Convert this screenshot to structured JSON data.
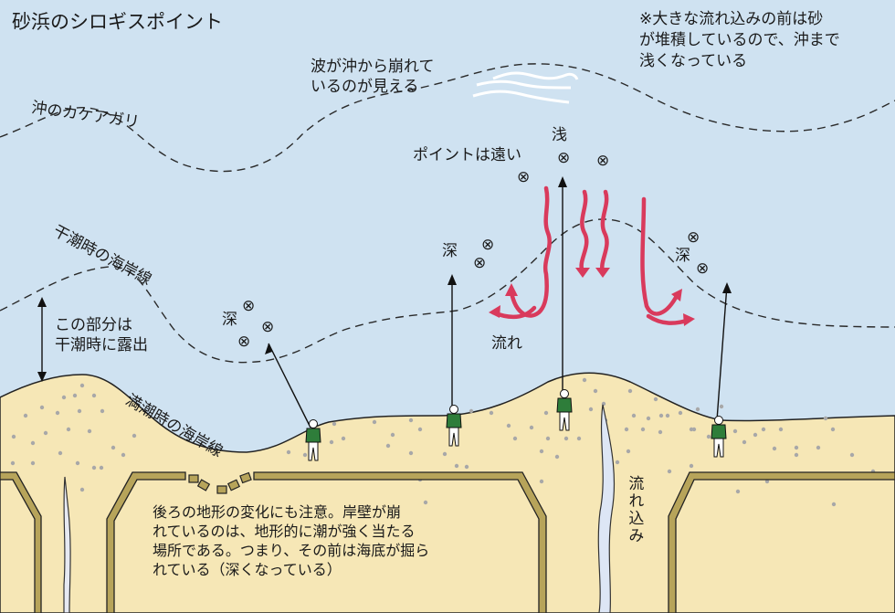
{
  "title": "砂浜のシロギスポイント",
  "colors": {
    "sea": "#cfe2f1",
    "sand": "#f6e7b6",
    "wall": "#b7a45a",
    "current_arrow": "#d93a5c",
    "angler_shirt": "#2e7d3a",
    "outline": "#222222"
  },
  "labels": {
    "offshore_bar": "沖のカケアガリ",
    "waves_breaking": "波が沖から崩れて\nいるのが見える",
    "note_sand": "※大きな流れ込みの前は砂\nが堆積しているので、沖まで\n浅くなっている",
    "low_tide_shoreline": "干潮時の海岸線",
    "exposed_at_low_tide": "この部分は\n干潮時に露出",
    "high_tide_shoreline": "満潮時の海岸線",
    "point_far": "ポイントは遠い",
    "shallow": "浅",
    "deep_left": "深",
    "deep_center": "深",
    "deep_right": "深",
    "current": "流れ",
    "inflow": "流れ込み",
    "note_terrain": "後ろの地形の変化にも注意。岸壁が崩\nれているのは、地形的に潮が強く当たる\n場所である。つまり、その前は海底が掘ら\nれている（深くなっている）"
  },
  "markers": {
    "point_symbol": "⊗",
    "anglers": 4
  }
}
